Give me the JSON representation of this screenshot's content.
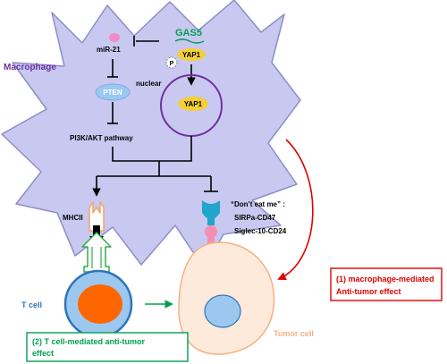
{
  "macrophage": {
    "label": "Macrophage",
    "nodes": {
      "mir21": "miR-21",
      "gas5": "GAS5",
      "p": "P",
      "yap1_cyto": "YAP1",
      "nuclear": "nuclear",
      "yap1_nuc": "YAP1",
      "pten": "PTEN",
      "pi3k": "PI3K/AKT pathway"
    }
  },
  "receptors": {
    "mhcii": "MHCII",
    "dont_eat_me": "“Don’t eat me” :",
    "sirpa": "SIRPa-CD47",
    "siglec": "Siglec-10-CD24"
  },
  "cells": {
    "t_cell": "T cell",
    "tumor_cell": "Tumor cell"
  },
  "effects": {
    "t_cell_box": {
      "line1": "(2) T cell-mediated anti-tumor",
      "line2": "effect"
    },
    "macrophage_box": {
      "line1": "(1) macrophage-mediated",
      "line2": "Anti-tumor effect"
    }
  },
  "colors": {
    "macrophage_fill": "#C8C8F0",
    "macrophage_label": "#7030A0",
    "gas5": "#00A050",
    "yap1": "#F5D033",
    "pten": "#9CC8F0",
    "mir21": "#F08CC8",
    "t_cell_nucleus": "#FF6600",
    "t_cell_membrane": "#2E75B6",
    "tumor_fill": "#FDEADA",
    "tumor_label": "#F4B183",
    "red_effect": "#E00000",
    "green_effect": "#00A050"
  }
}
